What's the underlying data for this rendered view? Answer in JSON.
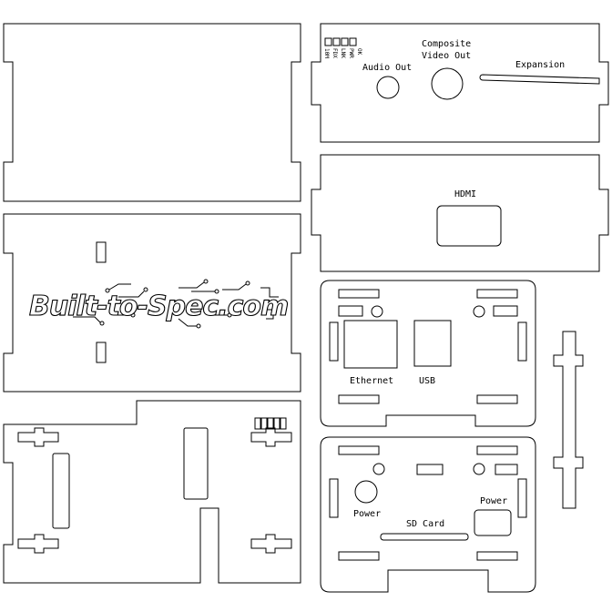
{
  "logo": {
    "text": "Built-to-Spec.com"
  },
  "panels": {
    "connector_panel": {
      "audio_label": "Audio Out",
      "video_label_line1": "Composite",
      "video_label_line2": "Video Out",
      "expansion_label": "Expansion",
      "led_labels": [
        "10M",
        "FDX",
        "LNK",
        "PWR",
        "OK"
      ]
    },
    "hdmi_panel": {
      "hdmi_label": "HDMI"
    },
    "board_top": {
      "ethernet_label": "Ethernet",
      "usb_label": "USB"
    },
    "board_bottom": {
      "power_left_label": "Power",
      "power_right_label": "Power",
      "sd_label": "SD Card"
    }
  }
}
